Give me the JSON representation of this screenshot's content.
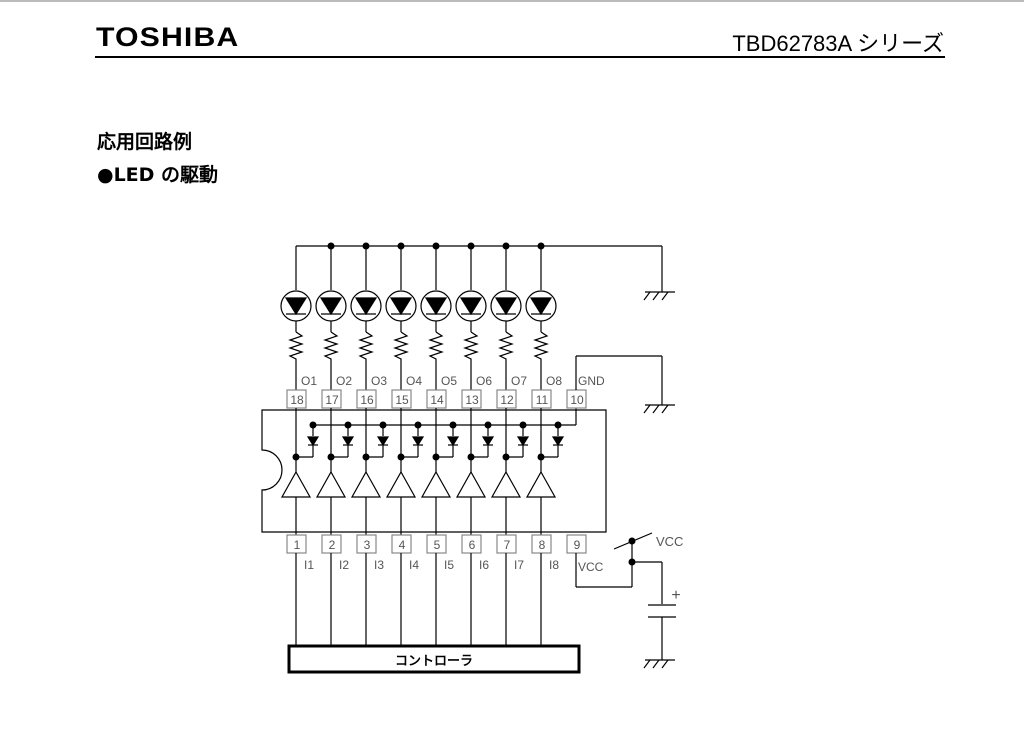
{
  "header": {
    "logo": "TOSHIBA",
    "doc_title": "TBD62783A シリーズ"
  },
  "section": {
    "title": "応用回路例",
    "subtitle": "●LED の駆動"
  },
  "diagram": {
    "outputs": [
      {
        "label": "O1",
        "pin": "18"
      },
      {
        "label": "O2",
        "pin": "17"
      },
      {
        "label": "O3",
        "pin": "16"
      },
      {
        "label": "O4",
        "pin": "15"
      },
      {
        "label": "O5",
        "pin": "14"
      },
      {
        "label": "O6",
        "pin": "13"
      },
      {
        "label": "O7",
        "pin": "12"
      },
      {
        "label": "O8",
        "pin": "11"
      }
    ],
    "gnd": {
      "label": "GND",
      "pin": "10"
    },
    "inputs": [
      {
        "label": "I1",
        "pin": "1"
      },
      {
        "label": "I2",
        "pin": "2"
      },
      {
        "label": "I3",
        "pin": "3"
      },
      {
        "label": "I4",
        "pin": "4"
      },
      {
        "label": "I5",
        "pin": "5"
      },
      {
        "label": "I6",
        "pin": "6"
      },
      {
        "label": "I7",
        "pin": "7"
      },
      {
        "label": "I8",
        "pin": "8"
      }
    ],
    "vcc_pin": {
      "label": "VCC",
      "pin": "9"
    },
    "vcc_supply": "VCC",
    "capacitor_polarity": "+",
    "controller": "コントローラ"
  }
}
